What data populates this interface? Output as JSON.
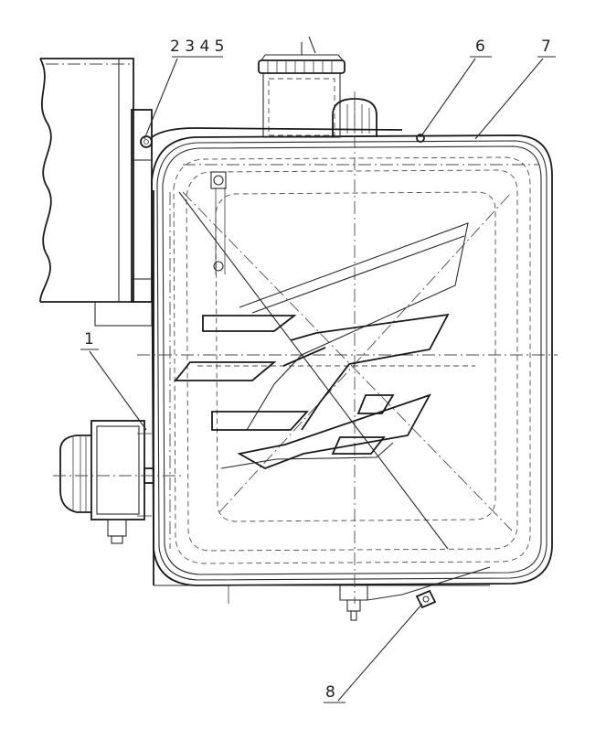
{
  "callouts": {
    "c1": "1",
    "c2_5": "2 3 4 5",
    "c6": "6",
    "c7": "7",
    "c8": "8"
  }
}
